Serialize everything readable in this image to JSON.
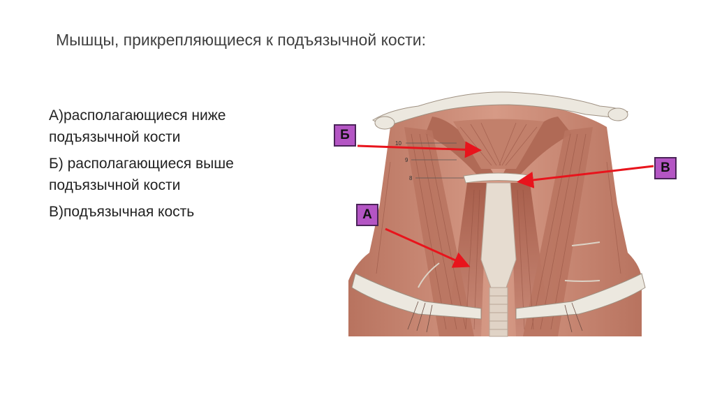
{
  "slide": {
    "title": "Мышцы, прикрепляющиеся к подъязычной кости:",
    "items": [
      "А)располагающиеся ниже подъязычной кости",
      "Б) располагающиеся выше подъязычной кости",
      "В)подъязычная кость"
    ]
  },
  "figure": {
    "labels": {
      "a": "А",
      "b": "Б",
      "v": "В"
    },
    "numbers": {
      "n10": "10",
      "n9": "9",
      "n8": "8"
    },
    "colors": {
      "label_fill": "#b455c4",
      "arrow": "#e8141c",
      "muscle": "#c98a78",
      "bone": "#ece8df"
    }
  }
}
